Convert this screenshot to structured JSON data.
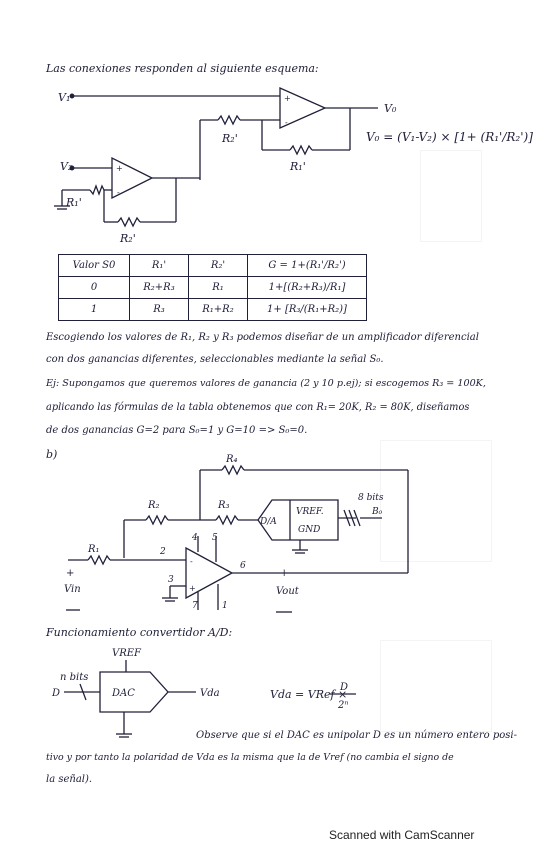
{
  "intro": "Las conexiones responden al siguiente esquema:",
  "circuit1": {
    "v1": "V₁",
    "v2": "V₂",
    "vo": "V₀",
    "r2_top": "R₂'",
    "r1_top": "R₁'",
    "r1_bottom": "R₁'",
    "r2_bottom": "R₂'",
    "formula": "V₀ = (V₁-V₂) × [1+ (R₁'/R₂')]"
  },
  "table": {
    "headers": [
      "Valor S0",
      "R₁'",
      "R₂'",
      "G = 1+(R₁'/R₂')"
    ],
    "rows": [
      [
        "0",
        "R₂+R₃",
        "R₁",
        "1+[(R₂+R₃)/R₁]"
      ],
      [
        "1",
        "R₃",
        "R₁+R₂",
        "1+ [R₃/(R₁+R₂)]"
      ]
    ]
  },
  "paragraph1": [
    "Escogiendo los valores de R₁, R₂ y R₃ podemos diseñar de un amplificador diferencial",
    "con dos ganancias diferentes, seleccionables mediante la señal S₀."
  ],
  "paragraph2": [
    "Ej: Supongamos que queremos valores de ganancia (2 y 10 p.ej); si escogemos R₃ = 100K,",
    "aplicando las fórmulas de la tabla obtenemos que con R₁= 20K, R₂ = 80K, diseñamos",
    "de dos ganancias G=2 para S₀=1 y G=10 => S₀=0."
  ],
  "section_b": "b)",
  "circuit2": {
    "r4": "R₄",
    "r2": "R₂",
    "r3": "R₃",
    "r1": "R₁",
    "da": "D/A",
    "vref": "VREF.",
    "gnd": "GND",
    "bits": "8 bits",
    "b0": "B₀",
    "pin2": "2",
    "pin3": "3",
    "pin4": "4",
    "pin5": "5",
    "pin6": "6",
    "pin7": "7",
    "pin1": "1",
    "vin": "Vin",
    "vout": "Vout",
    "plus_in": "+",
    "plus_out": "+"
  },
  "section_title": "Funcionamiento convertidor A/D:",
  "dac": {
    "vref": "VREF",
    "nbits": "n bits",
    "d": "D",
    "label": "DAC",
    "vda": "Vda",
    "formula_left": "Vda = VRef ×",
    "num": "D",
    "den": "2ⁿ"
  },
  "paragraph3": [
    "Observe que si el DAC es unipolar D es un número entero posi-",
    "tivo y por tanto la polaridad de Vda es la misma que la de Vref (no cambia el signo de",
    "la señal)."
  ],
  "footer": "Scanned with CamScanner"
}
